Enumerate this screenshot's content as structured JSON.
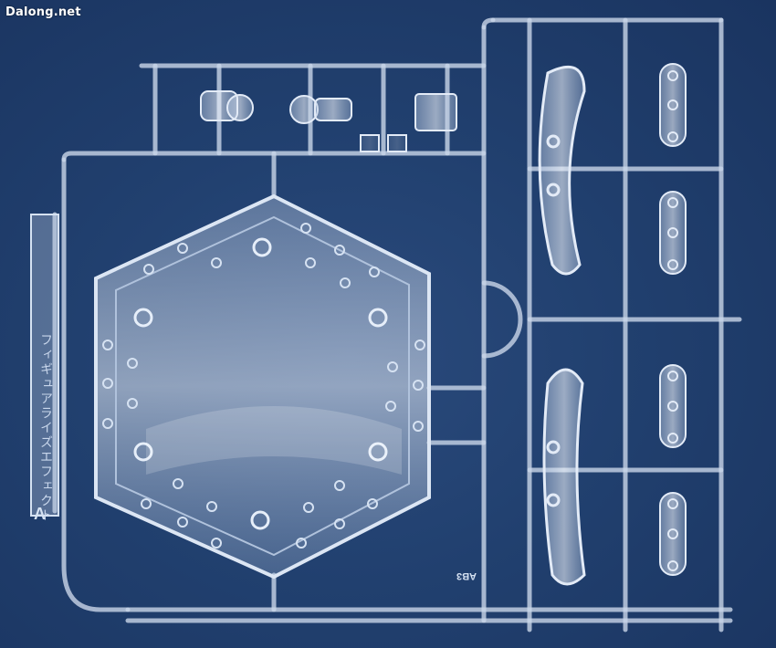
{
  "watermark": "Dalong.net",
  "runner_label": "A",
  "part_code": "AB3",
  "tag_text": "フィギュアライズエフェクト",
  "colors": {
    "background": "#1f3a66",
    "plastic_edge": "#c9d6e8",
    "plastic_fill": "#9fb4d2",
    "highlight": "#ffffff"
  }
}
